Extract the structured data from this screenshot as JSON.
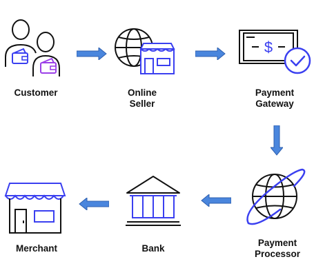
{
  "nodes": {
    "customer": {
      "label": "Customer"
    },
    "online_seller": {
      "line1": "Online",
      "line2": "Seller"
    },
    "payment_gateway": {
      "line1": "Payment",
      "line2": "Gateway"
    },
    "payment_processor": {
      "line1": "Payment",
      "line2": "Processor"
    },
    "bank": {
      "label": "Bank"
    },
    "merchant": {
      "label": "Merchant"
    }
  },
  "icon_glyphs": {
    "currency_symbol": "$"
  },
  "colors": {
    "outline": "#111111",
    "accent_blue": "#3a3ff0",
    "accent_purple": "#9b3fe8",
    "arrow_fill": "#4a86dd",
    "arrow_stroke": "#2e5fae"
  },
  "icons": {
    "customer": "customers-with-wallets-icon",
    "online_seller": "globe-with-storefront-icon",
    "payment_gateway": "banknote-with-checkmark-icon",
    "payment_processor": "globe-with-orbit-icon",
    "bank": "bank-building-icon",
    "merchant": "storefront-icon"
  }
}
